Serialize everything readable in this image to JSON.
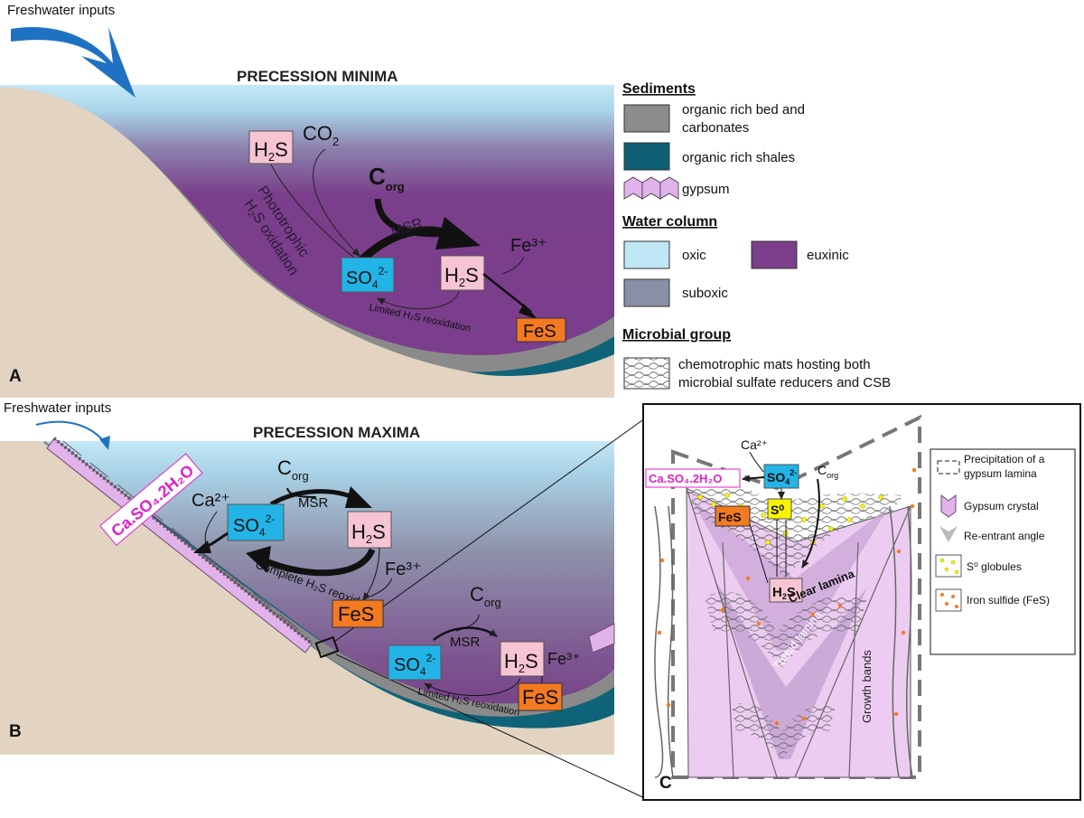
{
  "panelA": {
    "freshwater": "Freshwater inputs",
    "title": "PRECESSION MINIMA",
    "letter": "A",
    "h2s_top_main": "H",
    "h2s_top_sub": "2",
    "h2s_top_end": "S",
    "co2_main": "CO",
    "co2_sub": "2",
    "photo_line1": "Phototrophic",
    "photo_line2_main": "H",
    "photo_line2_sub": "2",
    "photo_line2_end": "S oxidation",
    "corg_main": "C",
    "corg_sub": "org",
    "msr": "MSR",
    "fe3": "Fe³⁺",
    "so4_main": "SO",
    "so4_sub": "4",
    "so4_sup": "2-",
    "h2s_main": "H",
    "h2s_sub": "2",
    "h2s_end": "S",
    "reox": "Limited H₂S reoxidation",
    "fes": "FeS"
  },
  "panelB": {
    "freshwater": "Freshwater inputs",
    "title": "PRECESSION MAXIMA",
    "letter": "B",
    "corg_main": "C",
    "corg_sub": "org",
    "msr": "MSR",
    "ca": "Ca²⁺",
    "so4_main": "SO",
    "so4_sub": "4",
    "so4_sup": "2-",
    "h2s_main": "H",
    "h2s_sub": "2",
    "h2s_end": "S",
    "gypsum_label": "Ca.SO₄.2H₂O",
    "complete_reox": "Complete H₂S reoxidation",
    "fe3": "Fe³⁺",
    "fes": "FeS",
    "corg2_main": "C",
    "corg2_sub": "org",
    "msr2": "MSR",
    "so4b_main": "SO",
    "so4b_sub": "4",
    "so4b_sup": "2-",
    "h2sb_main": "H",
    "h2sb_sub": "2",
    "h2sb_end": "S",
    "fe3b": "Fe³⁺",
    "limited_reox": "Limited H₂S reoxidation",
    "fesb": "FeS"
  },
  "legend": {
    "sediments_heading": "Sediments",
    "item_organic_bed_1": "organic rich bed and",
    "item_organic_bed_2": "carbonates",
    "item_shales": "organic rich shales",
    "item_gypsum": "gypsum",
    "water_heading": "Water column",
    "item_oxic": "oxic",
    "item_euxinic": "euxinic",
    "item_suboxic": "suboxic",
    "microbial_heading": "Microbial group",
    "item_mats_1": "chemotrophic mats hosting both",
    "item_mats_2": "microbial sulfate reducers and CSB"
  },
  "panelC": {
    "letter": "C",
    "ca": "Ca²⁺",
    "corg_main": "C",
    "corg_sub": "org",
    "gypsum_label": "Ca.SO₄.2H₂O",
    "so4_main": "SO",
    "so4_sub": "4",
    "so4_sup": "2-",
    "s0": "S⁰",
    "fes": "FeS",
    "h2s_main": "H",
    "h2s_sub": "2",
    "h2s_end": "S",
    "clear_lamina": "Clear lamina",
    "turbid_lamina": "Turbid lamina",
    "growth_bands": "Growth bands",
    "legend_precip_1": "Precipitation of a",
    "legend_precip_2": "gypsum lamina",
    "legend_crystal": "Gypsum crystal",
    "legend_reentrant": "Re-entrant angle",
    "legend_s0": "S⁰ globules",
    "legend_fes": "Iron sulfide (FeS)"
  },
  "colors": {
    "oxic": "#bfe6f5",
    "suboxic": "#8a8fa8",
    "euxinic": "#7b3f8c",
    "sediment_tan": "#e3d5c2",
    "bed_gray": "#8c8c8c",
    "shale_teal": "#0e5f73",
    "gypsum_pink": "#e2b2ea",
    "so4_blue": "#22b4e6",
    "h2s_pink": "#f6c4d2",
    "fes_orange": "#f47a20",
    "s0_yellow": "#f8f200",
    "label_magenta": "#e01fc8",
    "arrow_blue": "#1f72c2"
  }
}
